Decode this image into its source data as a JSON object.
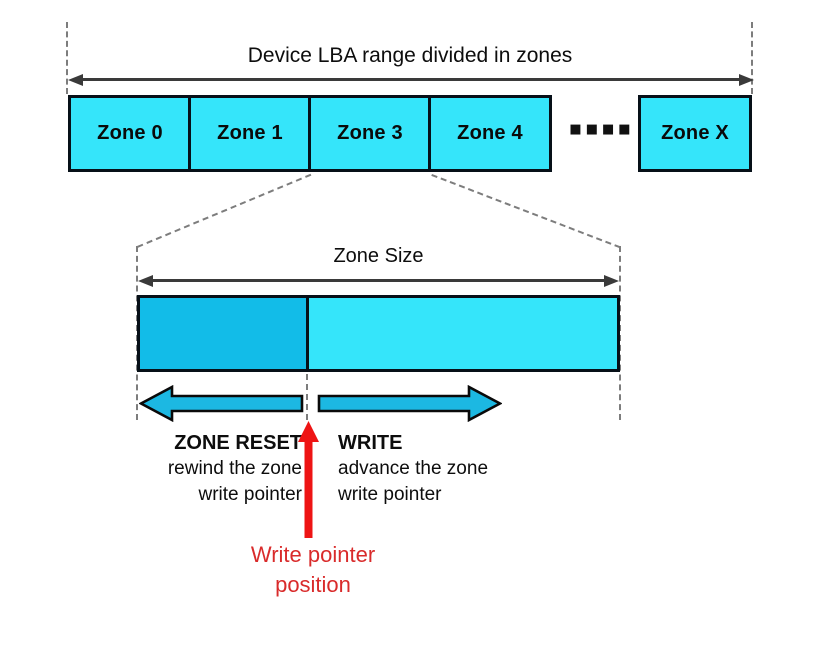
{
  "diagram": {
    "title": "Device LBA range divided in zones",
    "zone_row": {
      "labels": [
        "Zone 0",
        "Zone 1",
        "Zone 3",
        "Zone 4",
        "Zone X"
      ],
      "ellipsis": "■■■■"
    },
    "detail": {
      "size_label": "Zone Size",
      "written_percent": 35.4
    },
    "operations": {
      "reset": {
        "title": "ZONE RESET",
        "desc": [
          "rewind the zone",
          "write pointer"
        ]
      },
      "write": {
        "title": "WRITE",
        "desc": [
          "advance the zone",
          "write pointer"
        ]
      }
    },
    "write_pointer": {
      "label": [
        "Write pointer",
        "position"
      ]
    }
  },
  "colors": {
    "zone_fill": "#35e5fa",
    "written_fill": "#12bce8",
    "op_arrow_fill": "#1cb8e2",
    "outline": "#071018",
    "dashed_gray": "#7d7d7d",
    "measure_arrow": "#3a3a3a",
    "pointer_red": "#ee1414",
    "pointer_text_red": "#d92b2b"
  }
}
